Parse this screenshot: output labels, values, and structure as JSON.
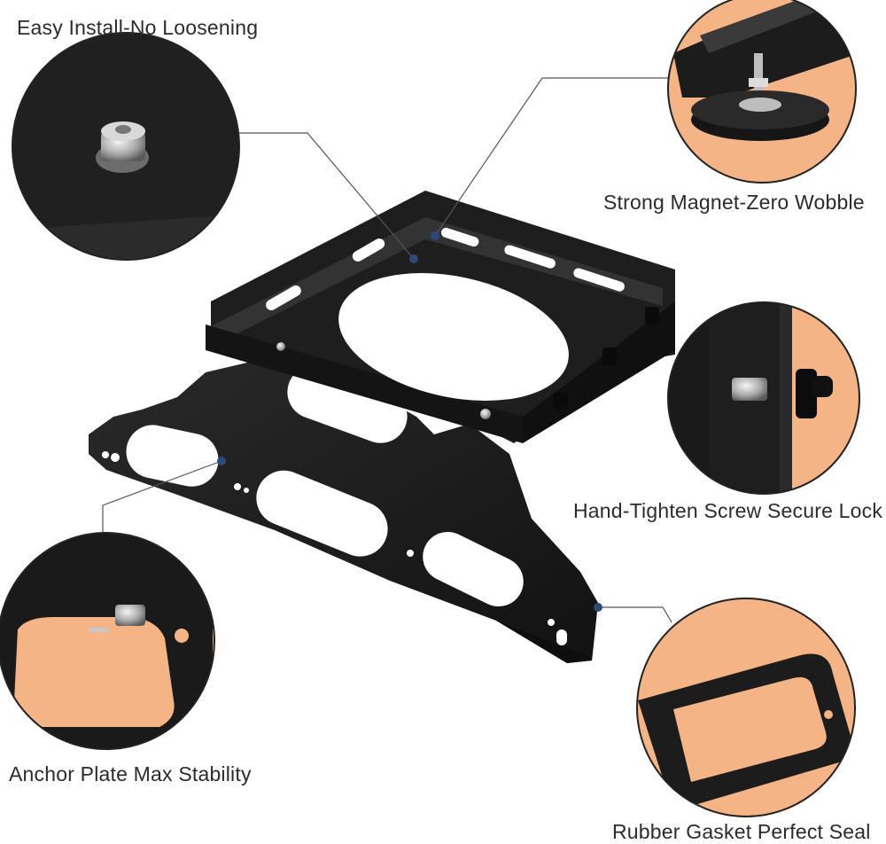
{
  "callouts": [
    {
      "id": "install",
      "label": "Easy Install-No Loosening"
    },
    {
      "id": "magnet",
      "label": "Strong Magnet-Zero Wobble"
    },
    {
      "id": "screw",
      "label": "Hand-Tighten Screw Secure Lock"
    },
    {
      "id": "anchor",
      "label": "Anchor Plate Max Stability"
    },
    {
      "id": "gasket",
      "label": "Rubber Gasket Perfect Seal"
    }
  ],
  "colors": {
    "background": "#ffffff",
    "metal": "#1c1c1c",
    "metal_highlight": "#3a3a3a",
    "detail_backdrop": "#f4b486",
    "detail_border": "#222222",
    "leader_line": "#555555",
    "pointer_dot": "#2e4a7a",
    "caption_text": "#2b2b2b"
  }
}
